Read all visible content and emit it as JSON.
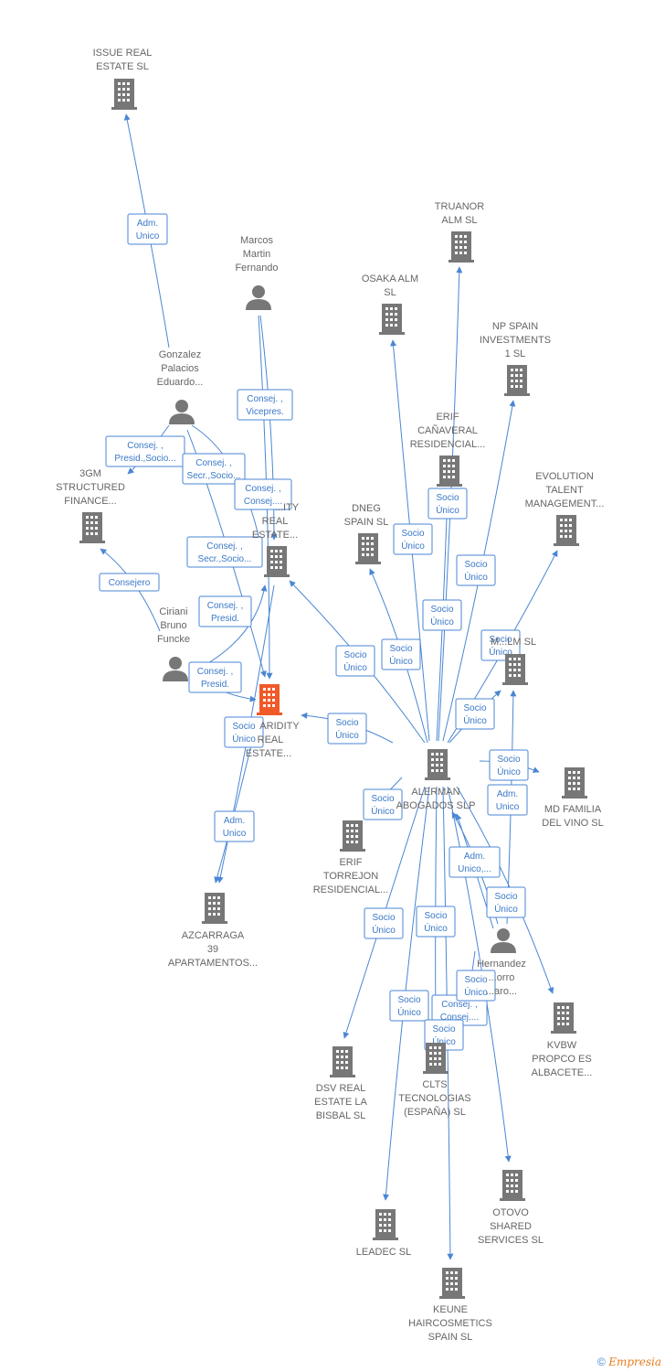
{
  "nodes": {
    "issue": {
      "label": [
        "ISSUE REAL",
        "ESTATE SL"
      ],
      "type": "company"
    },
    "marcos": {
      "label": [
        "Marcos",
        "Martin",
        "Fernando"
      ],
      "type": "person"
    },
    "gonzalez": {
      "label": [
        "Gonzalez",
        "Palacios",
        "Eduardo..."
      ],
      "type": "person"
    },
    "truanor": {
      "label": [
        "TRUANOR",
        "ALM  SL"
      ],
      "type": "company"
    },
    "osaka": {
      "label": [
        "OSAKA ALM",
        "SL"
      ],
      "type": "company"
    },
    "npspain": {
      "label": [
        "NP SPAIN",
        "INVESTMENTS",
        "1  SL"
      ],
      "type": "company"
    },
    "erifcanaveral": {
      "label": [
        "ERIF",
        "CAÑAVERAL",
        "RESIDENCIAL..."
      ],
      "type": "company"
    },
    "structured": {
      "label": [
        "3GM",
        "STRUCTURED",
        "FINANCE..."
      ],
      "type": "company"
    },
    "city": {
      "label": [
        "...ITY",
        "REAL",
        "ESTATE..."
      ],
      "type": "company"
    },
    "dneg": {
      "label": [
        "DNEG",
        "SPAIN  SL"
      ],
      "type": "company"
    },
    "evolution": {
      "label": [
        "EVOLUTION",
        "TALENT",
        "MANAGEMENT..."
      ],
      "type": "company"
    },
    "ciriani": {
      "label": [
        "Ciriani",
        "Bruno",
        "Funcke"
      ],
      "type": "person"
    },
    "malm": {
      "label": [
        "M...LM  SL"
      ],
      "type": "company"
    },
    "aridity": {
      "label": [
        "ARIDITY",
        "REAL",
        "ESTATE..."
      ],
      "type": "company-main"
    },
    "alerman": {
      "label": [
        "ALERMAN",
        "ABOGADOS  SLP"
      ],
      "type": "company"
    },
    "mdfamilia": {
      "label": [
        "MD FAMILIA",
        "DEL VINO  SL"
      ],
      "type": "company"
    },
    "eriftorrejon": {
      "label": [
        "ERIF",
        "TORREJON",
        "RESIDENCIAL..."
      ],
      "type": "company"
    },
    "azcarraga": {
      "label": [
        "AZCARRAGA",
        "39",
        "APARTAMENTOS..."
      ],
      "type": "company"
    },
    "hernandez": {
      "label": [
        "Hernandez",
        "...orro",
        "...aro..."
      ],
      "type": "person"
    },
    "kvbw": {
      "label": [
        "KVBW",
        "PROPCO ES",
        "ALBACETE..."
      ],
      "type": "company"
    },
    "dsv": {
      "label": [
        "DSV REAL",
        "ESTATE LA",
        "BISBAL  SL"
      ],
      "type": "company"
    },
    "clts": {
      "label": [
        "CLTS",
        "TECNOLOGIAS",
        "(ESPAÑA)  SL"
      ],
      "type": "company"
    },
    "otovo": {
      "label": [
        "OTOVO",
        "SHARED",
        "SERVICES  SL"
      ],
      "type": "company"
    },
    "leadec": {
      "label": [
        "LEADEC  SL"
      ],
      "type": "company"
    },
    "keune": {
      "label": [
        "KEUNE",
        "HAIRCOSMETICS",
        "SPAIN  SL"
      ],
      "type": "company"
    }
  },
  "edge_labels": {
    "adm_unico": [
      "Adm.",
      "Unico"
    ],
    "consej_vicepres": [
      "Consej. ,",
      "Vicepres."
    ],
    "consej_presid_socio": [
      "Consej. ,",
      "Presid.,Socio..."
    ],
    "consej_secr_socio": [
      "Consej. ,",
      "Secr.,Socio..."
    ],
    "consej_consej": [
      "Consej. ,",
      "Consej...."
    ],
    "consejero": [
      "Consejero"
    ],
    "consej_presid": [
      "Consej. ,",
      "Presid."
    ],
    "socio_unico": [
      "Socio",
      "Único"
    ],
    "adm_unico_trunc": [
      "Adm.",
      "Unico,..."
    ]
  },
  "footer": {
    "copyright": "©",
    "brand": "Empresia"
  },
  "colors": {
    "accent": "#4a86d4",
    "node": "#777777",
    "main": "#f05a28"
  }
}
